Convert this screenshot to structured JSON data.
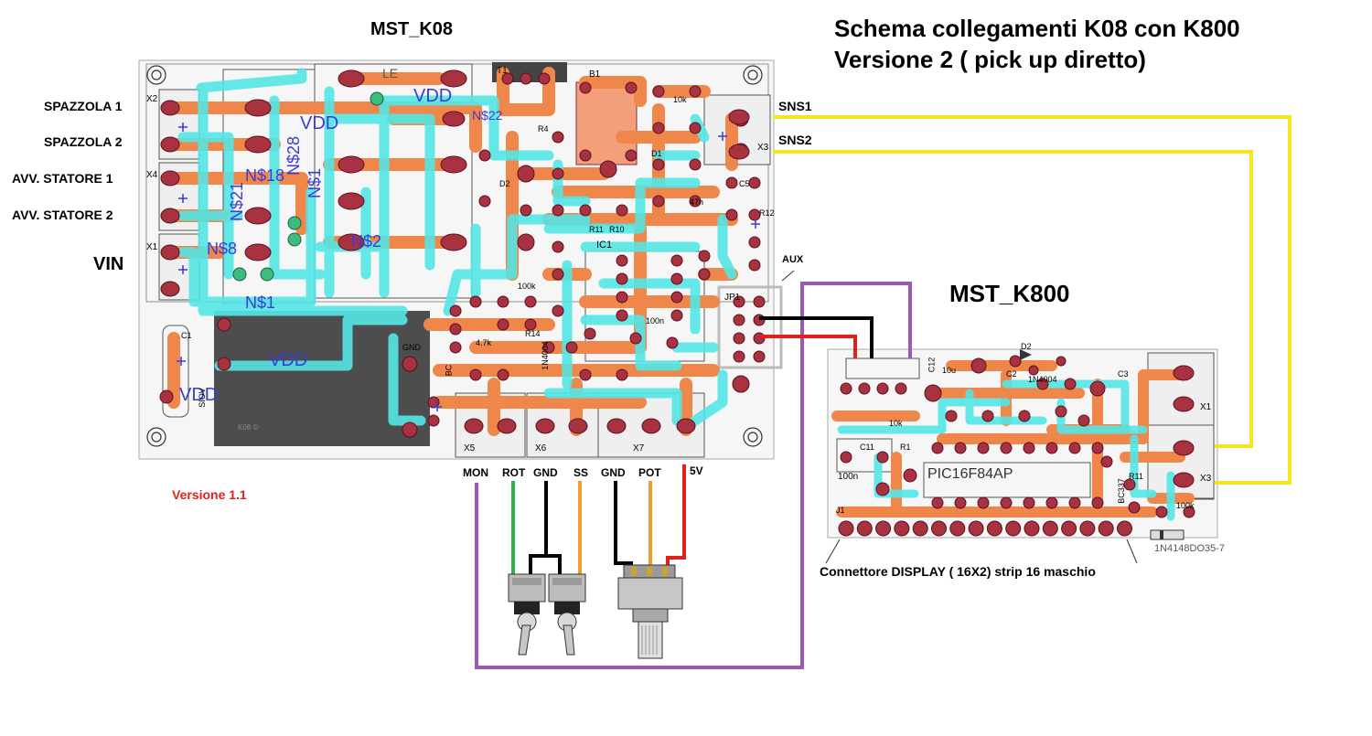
{
  "main_title_line1": "Schema collegamenti K08 con K800",
  "main_title_line2": "Versione 2 ( pick up diretto)",
  "board_k08": {
    "name": "MST_K08",
    "version": "Versione 1.1",
    "left_labels": [
      "SPAZZOLA 1",
      "SPAZZOLA 2",
      "AVV. STATORE 1",
      "AVV. STATORE 2",
      "VIN"
    ],
    "right_labels": [
      "SNS1",
      "SNS2"
    ],
    "aux_label": "AUX",
    "bottom_pins": [
      "MON",
      "ROT",
      "GND",
      "SS",
      "GND",
      "POT",
      "5V"
    ],
    "connectors": [
      "X5",
      "X6",
      "X7",
      "X1",
      "X2",
      "X3",
      "X4"
    ],
    "net_labels": [
      "VDD",
      "VDD",
      "VDD",
      "VDD",
      "N$1",
      "N$8",
      "N$21",
      "N$28",
      "N$18",
      "N$22",
      "N$2",
      "N$1"
    ],
    "parts": [
      "T1",
      "B1",
      "R4",
      "D1",
      "D2",
      "IC1",
      "JP1",
      "C5",
      "R12",
      "R11",
      "R10",
      "R14",
      "C1",
      "SIOV",
      "GND",
      "BC",
      "1N4004",
      "4.7k",
      "100k",
      "10k",
      "47n",
      "100n",
      "LE"
    ]
  },
  "board_k800": {
    "name": "MST_K800",
    "chip": "PIC16F84AP",
    "diode": "1N4148DO35-7",
    "connectors": [
      "X1",
      "X3"
    ],
    "parts": [
      "C12",
      "C11",
      "100n",
      "D2",
      "1N4004",
      "10u",
      "10k",
      "100k",
      "BC337",
      "R1",
      "R11",
      "C2",
      "C3",
      "J1"
    ],
    "display_connector": "Connettore DISPLAY ( 16X2) strip 16 maschio"
  },
  "colors": {
    "pcb_orange": "#f0874a",
    "pcb_cyan": "#55e6e6",
    "pad_red": "#a83240",
    "wire_yellow": "#f5e51a",
    "wire_purple": "#9b59b6",
    "wire_black": "#000000",
    "wire_red": "#e0201c",
    "wire_green": "#2db34a",
    "wire_orange": "#f39c34",
    "ground_dark": "#4d4d4d"
  }
}
